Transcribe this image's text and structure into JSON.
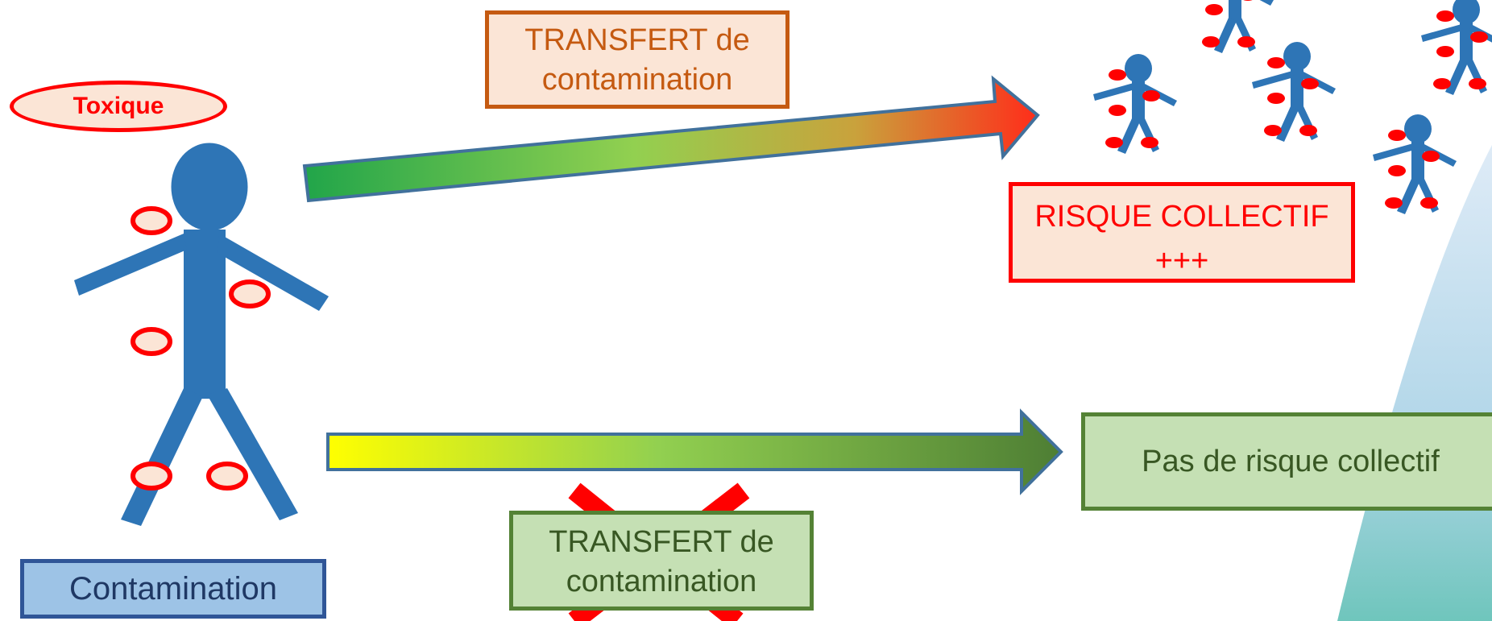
{
  "transfer_top_lines": [
    "TRANSFERT de",
    "contamination"
  ],
  "toxique_label": "Toxique",
  "risk_box_lines": [
    "RISQUE COLLECTIF",
    "+++"
  ],
  "no_risk_label": "Pas de risque collectif",
  "transfer_bottom_lines": [
    "TRANSFERT de",
    "contamination"
  ],
  "contamination_label": "Contamination",
  "colors": {
    "figure_blue": "#2e75b6",
    "contamination_red": "#ff0000",
    "risk_red": "#ff0000",
    "transfer_orange": "#c55a11",
    "safe_green": "#548235",
    "box_blue": "#2f5597"
  },
  "icons": [
    "stick-figure",
    "collective-figures",
    "cross-out-mark"
  ]
}
